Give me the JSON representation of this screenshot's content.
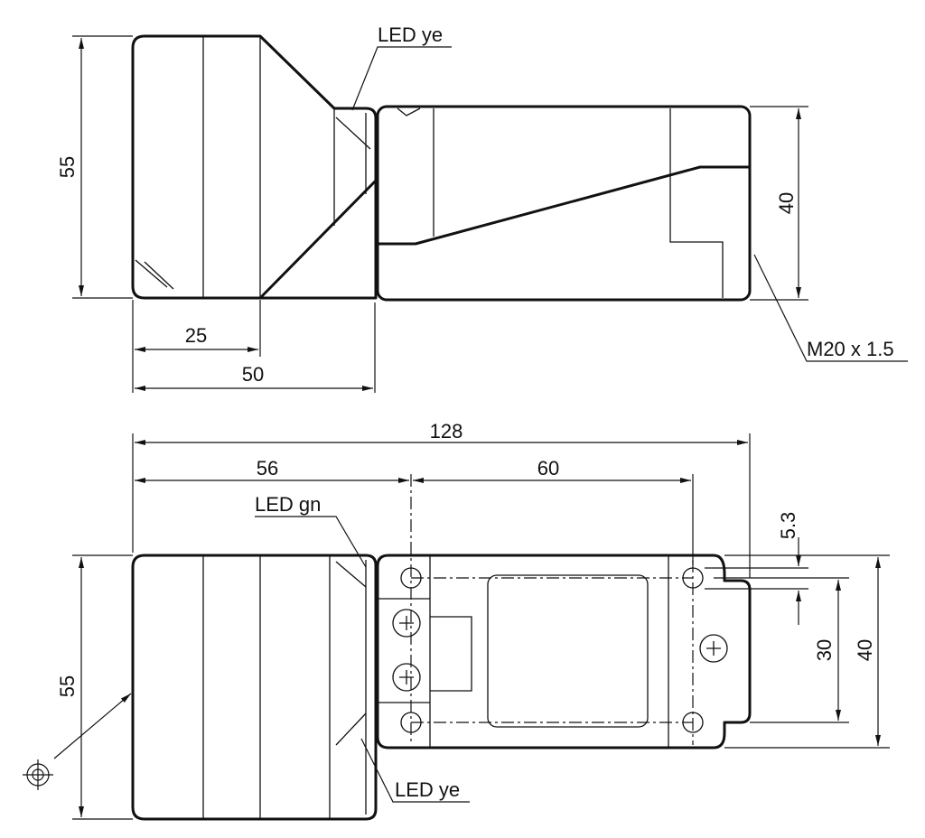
{
  "top_view": {
    "led_ye": "LED ye",
    "dim_height": "55",
    "dim_body_height": "40",
    "thread": "M20 x 1.5",
    "dim_25": "25",
    "dim_50": "50"
  },
  "bottom_view": {
    "dim_total": "128",
    "dim_56": "56",
    "dim_60": "60",
    "led_gn": "LED gn",
    "dim_hole": "5.3",
    "dim_height": "55",
    "dim_30": "30",
    "dim_40": "40",
    "led_ye": "LED ye"
  }
}
